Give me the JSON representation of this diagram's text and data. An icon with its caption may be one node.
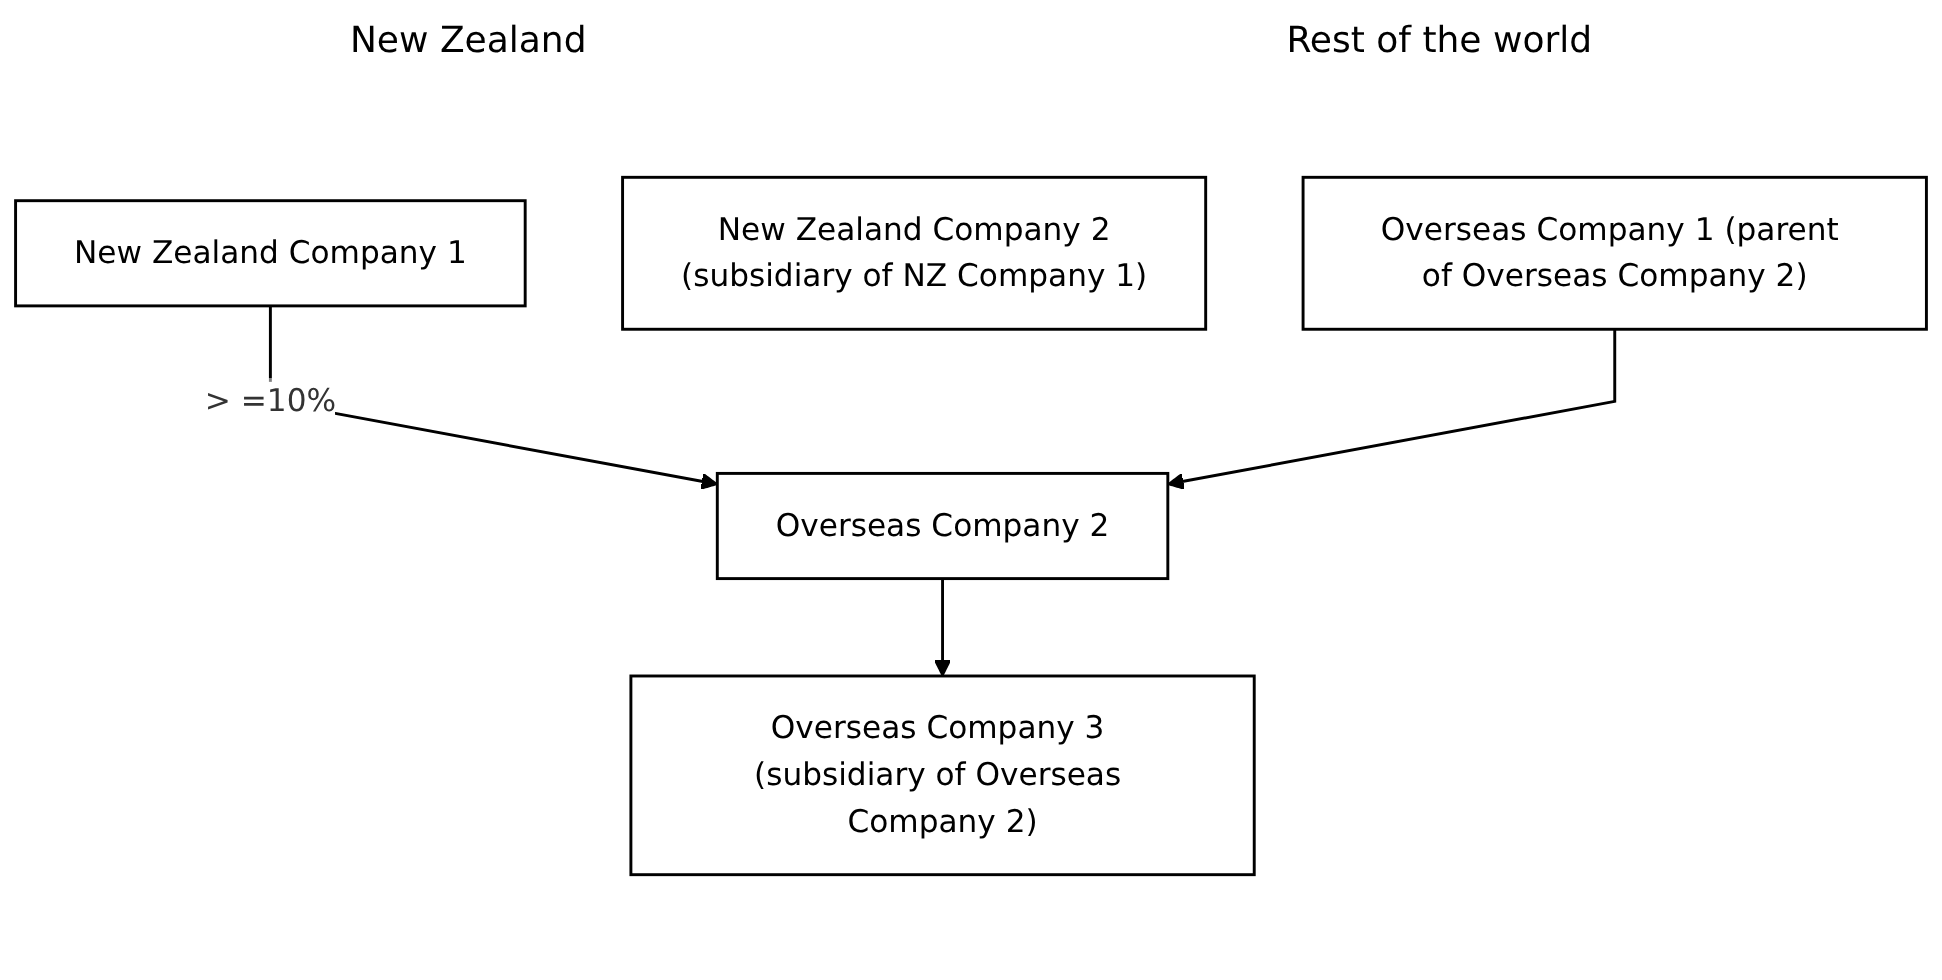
{
  "diagram": {
    "nodes": [
      {
        "text": [
          "New Zealand Company 1"
        ]
      },
      {
        "text": [
          "New Zealand Company 2",
          "(subsidiary of NZ Company 1)"
        ]
      },
      {
        "text": [
          "Overseas Company 1 (parent of Overseas Company 2)"
        ]
      },
      {
        "text": [
          "Overseas Company 2"
        ]
      },
      {
        "text": [
          "Overseas Company 3 (subsidiary of Overseas Company 2)"
        ]
      }
    ],
    "edges": [
      {
        "from": 0,
        "to": 3,
        "arrow": "to",
        "label": "> =10%"
      },
      {
        "from": 2,
        "to": 3,
        "arrow": "to"
      },
      {
        "from": 3,
        "to": 4,
        "arrow": "to"
      }
    ],
    "labels": [
      "New Zealand",
      "Rest of the world"
    ]
  }
}
